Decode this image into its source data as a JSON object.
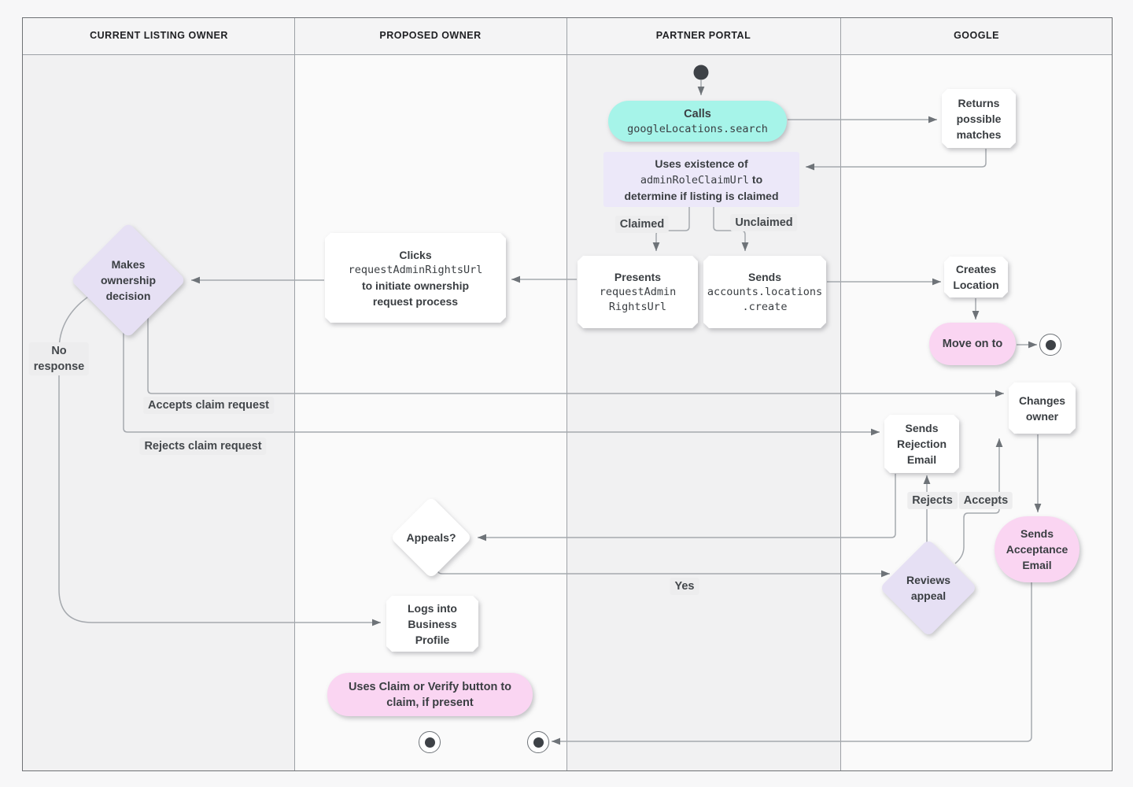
{
  "diagram": {
    "lanes": [
      {
        "label": "CURRENT LISTING OWNER"
      },
      {
        "label": "PROPOSED OWNER"
      },
      {
        "label": "PARTNER PORTAL"
      },
      {
        "label": "GOOGLE"
      }
    ],
    "nodes": {
      "calls": {
        "title": "Calls",
        "code": "googleLocations.search"
      },
      "returns": {
        "text": "Returns\npossible\nmatches"
      },
      "uses": {
        "line1": "Uses existence of",
        "code": "adminRoleClaimUrl",
        "line2_suffix": " to",
        "line3": "determine if listing is claimed"
      },
      "presents": {
        "title": "Presents",
        "code": "requestAdmin\nRightsUrl"
      },
      "sends_create": {
        "title": "Sends",
        "code": "accounts.locations\n.create"
      },
      "clicks": {
        "title": "Clicks",
        "code": "requestAdminRightsUrl",
        "text": "to initiate ownership\nrequest process"
      },
      "makes_decision": {
        "text": "Makes\nownership\ndecision"
      },
      "creates_location": {
        "text": "Creates\nLocation"
      },
      "move_on": {
        "text": "Move on to"
      },
      "changes_owner": {
        "text": "Changes\nowner"
      },
      "sends_rejection": {
        "text": "Sends\nRejection\nEmail"
      },
      "sends_acceptance": {
        "text": "Sends\nAcceptance\nEmail"
      },
      "reviews_appeal": {
        "text": "Reviews\nappeal"
      },
      "appeals": {
        "text": "Appeals?"
      },
      "logs_in": {
        "text": "Logs into\nBusiness\nProfile"
      },
      "uses_claim": {
        "text": "Uses Claim or Verify button to\nclaim, if present"
      }
    },
    "edge_labels": {
      "claimed": "Claimed",
      "unclaimed": "Unclaimed",
      "no_response": "No\nresponse",
      "accepts_claim": "Accepts claim request",
      "rejects_claim": "Rejects claim request",
      "rejects": "Rejects",
      "accepts": "Accepts",
      "yes": "Yes"
    },
    "colors": {
      "teal": "#A6F4E9",
      "purple_box": "#ECE8F9",
      "purple_diamond": "#E6E0F4",
      "pink": "#FAD5F2",
      "node_white": "#FFFFFF",
      "line": "#A5A9AE",
      "arrowhead": "#6E7378",
      "text": "#3A3E42",
      "lane_gray": "#F1F1F2",
      "lane_light": "#FAFAFA"
    }
  }
}
